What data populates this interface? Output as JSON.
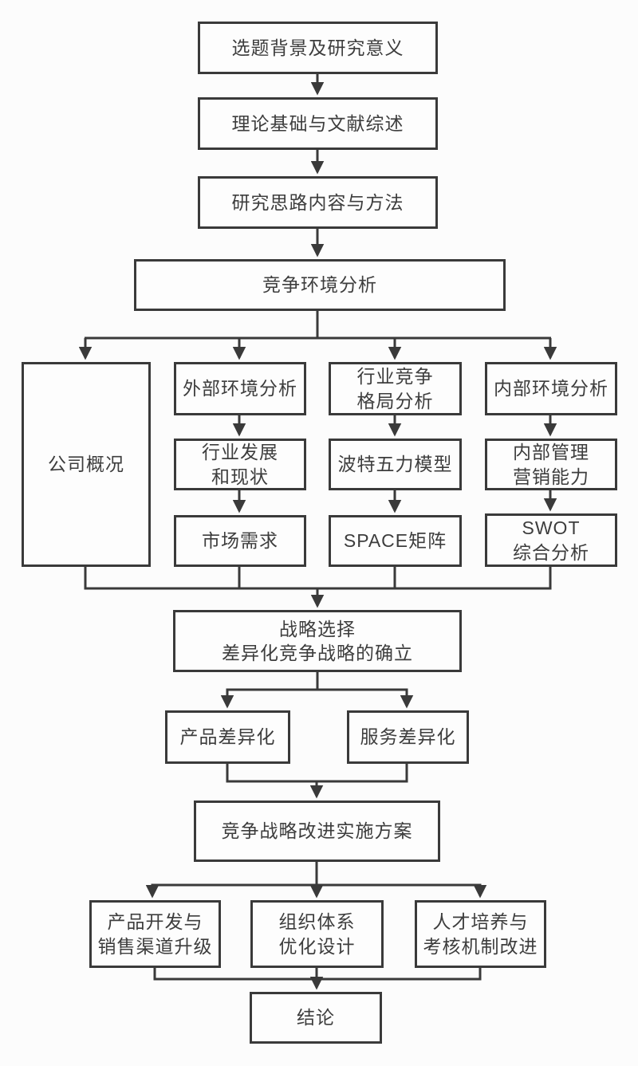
{
  "colors": {
    "page-bg": "#fcfcfc",
    "box-bg": "#fdfdfd",
    "box-border": "#3a3a3a",
    "line": "#3a3a3a",
    "text": "#3d3d3d"
  },
  "nodes": {
    "topic_background": {
      "lines": [
        "选题背景及研究意义"
      ]
    },
    "theory_literature": {
      "lines": [
        "理论基础与文献综述"
      ]
    },
    "research_method": {
      "lines": [
        "研究思路内容与方法"
      ]
    },
    "competitive_env": {
      "lines": [
        "竞争环境分析"
      ]
    },
    "company_overview": {
      "lines": [
        "公司概况"
      ]
    },
    "external_env": {
      "lines": [
        "外部环境分析"
      ]
    },
    "industry_dev": {
      "lines": [
        "行业发展",
        "和现状"
      ]
    },
    "market_demand": {
      "lines": [
        "市场需求"
      ]
    },
    "industry_pattern": {
      "lines": [
        "行业竞争",
        "格局分析"
      ]
    },
    "porter_five": {
      "lines": [
        "波特五力模型"
      ]
    },
    "space_matrix": {
      "lines": [
        "SPACE矩阵"
      ]
    },
    "internal_env": {
      "lines": [
        "内部环境分析"
      ]
    },
    "internal_mgmt": {
      "lines": [
        "内部管理",
        "营销能力"
      ]
    },
    "swot_analysis": {
      "lines": [
        "SWOT",
        "综合分析"
      ]
    },
    "strategy_choice": {
      "lines": [
        "战略选择",
        "差异化竞争战略的确立"
      ]
    },
    "product_diff": {
      "lines": [
        "产品差异化"
      ]
    },
    "service_diff": {
      "lines": [
        "服务差异化"
      ]
    },
    "implementation_plan": {
      "lines": [
        "竞争战略改进实施方案"
      ]
    },
    "product_dev_channel": {
      "lines": [
        "产品开发与",
        "销售渠道升级"
      ]
    },
    "org_system": {
      "lines": [
        "组织体系",
        "优化设计"
      ]
    },
    "talent_assessment": {
      "lines": [
        "人才培养与",
        "考核机制改进"
      ]
    },
    "conclusion": {
      "lines": [
        "结论"
      ]
    }
  }
}
